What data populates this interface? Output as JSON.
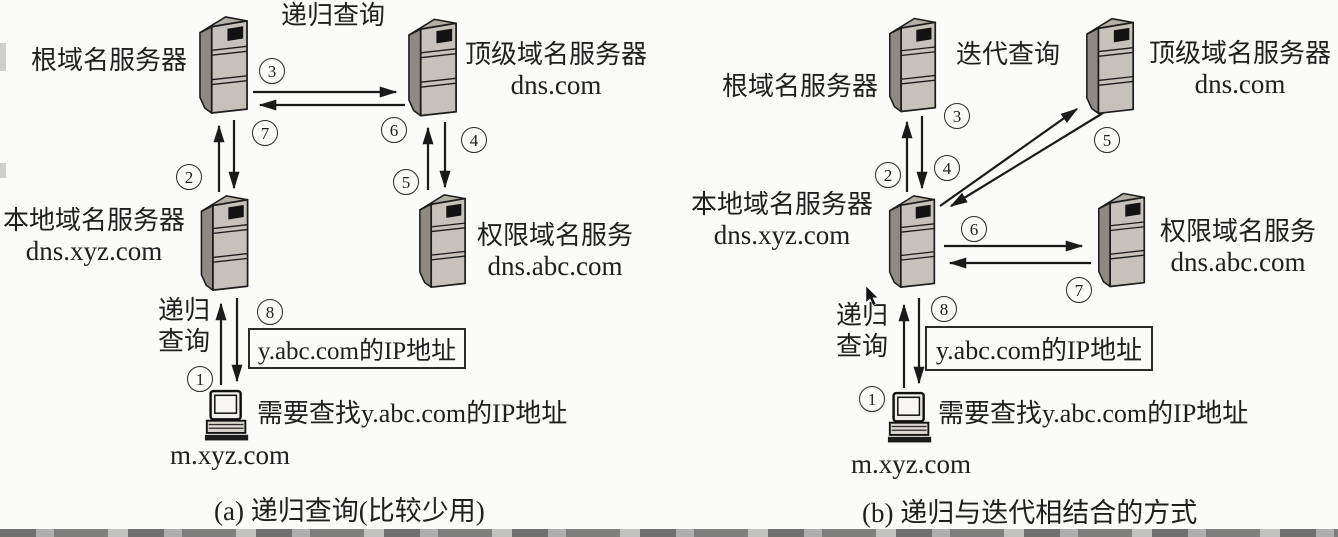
{
  "figure": {
    "caption_a": "(a) 递归查询(比较少用)",
    "caption_b": "(b) 递归与迭代相结合的方式"
  },
  "diagram_a": {
    "query_mode_label": "递归查询",
    "root_label": "根域名服务器",
    "tld_label": "顶级域名服务器",
    "tld_domain": "dns.com",
    "local_label": "本地域名服务器",
    "local_domain": "dns.xyz.com",
    "auth_label": "权限域名服务",
    "auth_domain": "dns.abc.com",
    "recursive_line1": "递归",
    "recursive_line2": "查询",
    "result_box": "y.abc.com的IP地址",
    "client_note": "需要查找y.abc.com的IP地址",
    "host_name": "m.xyz.com",
    "steps": [
      "1",
      "2",
      "3",
      "4",
      "5",
      "6",
      "7",
      "8"
    ]
  },
  "diagram_b": {
    "query_mode_label": "迭代查询",
    "root_label": "根域名服务器",
    "tld_label": "顶级域名服务器",
    "tld_domain": "dns.com",
    "local_label": "本地域名服务器",
    "local_domain": "dns.xyz.com",
    "auth_label": "权限域名服务",
    "auth_domain": "dns.abc.com",
    "recursive_line1": "递归",
    "recursive_line2": "查询",
    "result_box": "y.abc.com的IP地址",
    "client_note": "需要查找y.abc.com的IP地址",
    "host_name": "m.xyz.com",
    "steps": [
      "1",
      "2",
      "3",
      "4",
      "5",
      "6",
      "7",
      "8"
    ]
  },
  "colors": {
    "ink": "#1f1f1f",
    "server_front": "#c6c2b9",
    "server_side": "#8e8a82",
    "server_top": "#b3afa7",
    "background": "#fbfbf9"
  }
}
